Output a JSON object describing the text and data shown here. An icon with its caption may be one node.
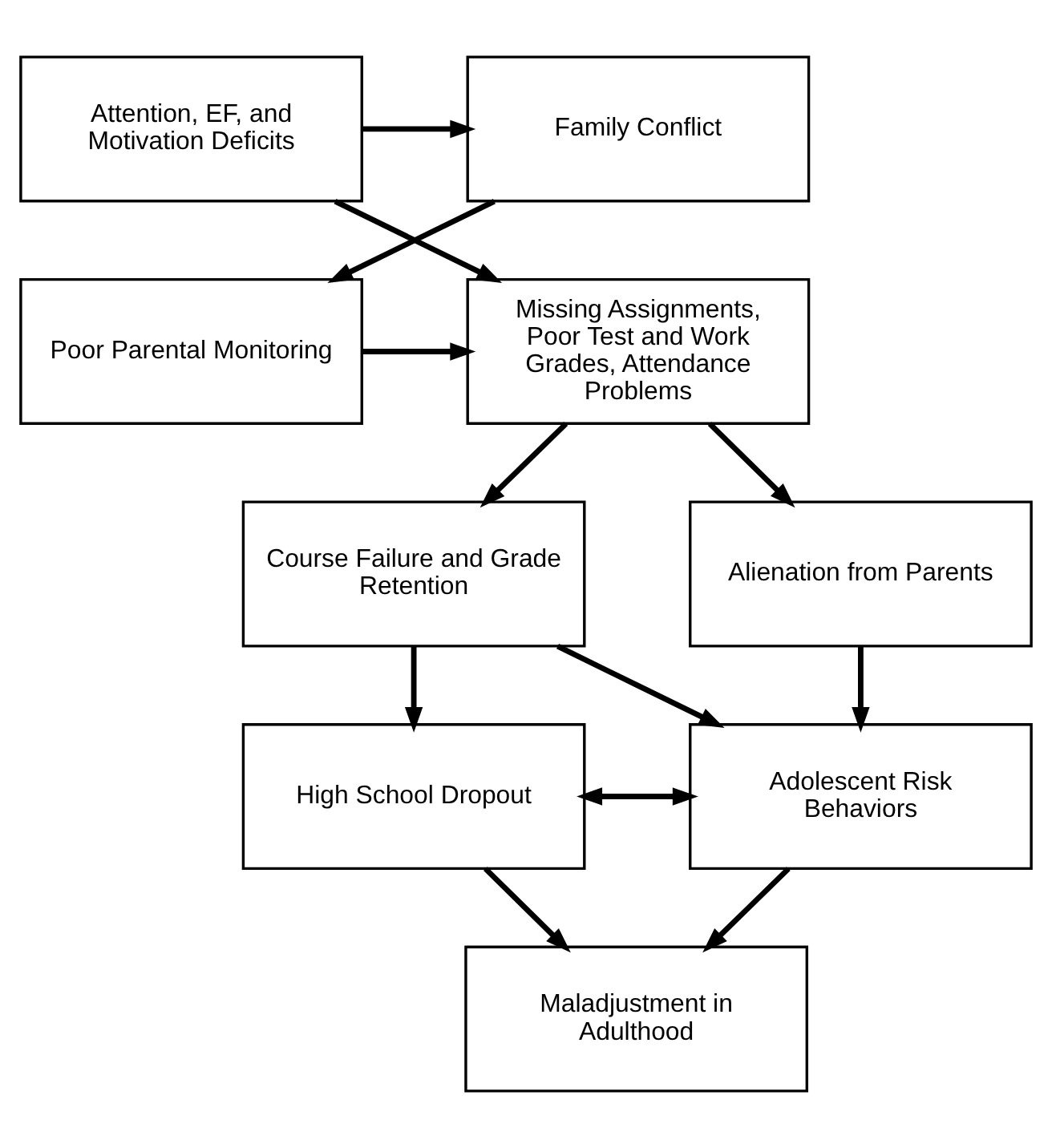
{
  "diagram": {
    "nodes": [
      {
        "text": [
          "Attention, EF, and Motivation Deficits"
        ]
      },
      {
        "text": [
          "Family Conflict"
        ]
      },
      {
        "text": [
          "Missing Assignments, Poor Test and Work Grades, Attendance Problems"
        ]
      },
      {
        "text": [
          "Poor Parental Monitoring"
        ]
      },
      {
        "text": [
          "Course Failure and Grade Retention"
        ]
      },
      {
        "text": [
          "Alienation from Parents"
        ]
      },
      {
        "text": [
          "High School Dropout"
        ]
      },
      {
        "text": [
          "Adolescent Risk Behaviors"
        ]
      },
      {
        "text": [
          "Maladjustment in Adulthood"
        ]
      }
    ],
    "edges": [
      {
        "from": 0,
        "to": 1,
        "arrow": "to"
      },
      {
        "from": 0,
        "to": 2,
        "arrow": "to"
      },
      {
        "from": 1,
        "to": 3,
        "arrow": "to"
      },
      {
        "from": 3,
        "to": 2,
        "arrow": "to"
      },
      {
        "from": 2,
        "to": 4,
        "arrow": "to"
      },
      {
        "from": 2,
        "to": 5,
        "arrow": "to"
      },
      {
        "from": 4,
        "to": 6,
        "arrow": "to"
      },
      {
        "from": 4,
        "to": 7,
        "arrow": "to"
      },
      {
        "from": 5,
        "to": 7,
        "arrow": "to"
      },
      {
        "from": 6,
        "to": 7,
        "arrow": "both"
      },
      {
        "from": 6,
        "to": 8,
        "arrow": "to"
      },
      {
        "from": 7,
        "to": 8,
        "arrow": "to"
      }
    ]
  }
}
